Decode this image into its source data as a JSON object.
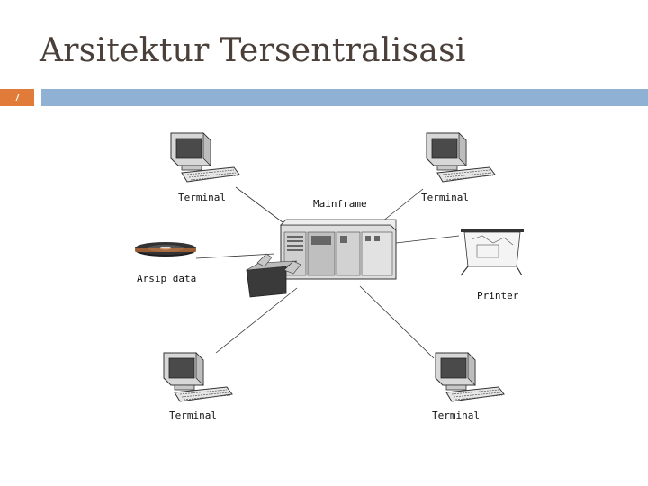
{
  "slide": {
    "title": "Arsitektur Tersentralisasi",
    "number": "7"
  },
  "colors": {
    "accent_orange": "#e07b39",
    "accent_blue": "#8fb1d3",
    "title_text": "#4a3f39"
  },
  "diagram": {
    "nodes": {
      "terminal_top_left": {
        "label": "Terminal",
        "icon": "terminal-icon"
      },
      "terminal_top_right": {
        "label": "Terminal",
        "icon": "terminal-icon"
      },
      "mainframe": {
        "label": "Mainframe",
        "icon": "mainframe-icon"
      },
      "archive": {
        "label": "Arsip data",
        "icon": "tape-reel-icon"
      },
      "printer": {
        "label": "Printer",
        "icon": "plotter-icon"
      },
      "terminal_bottom_left": {
        "label": "Terminal",
        "icon": "terminal-icon"
      },
      "terminal_bottom_right": {
        "label": "Terminal",
        "icon": "terminal-icon"
      }
    }
  }
}
